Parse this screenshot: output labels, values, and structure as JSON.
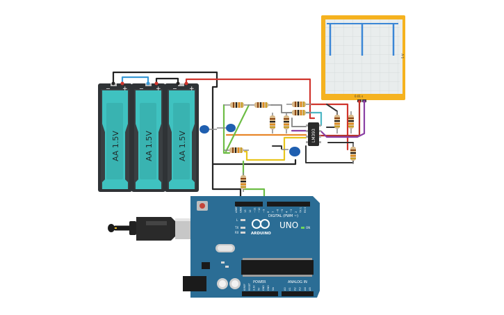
{
  "batteries": [
    {
      "label": "AA 1.5V",
      "minus": "−",
      "plus": "+"
    },
    {
      "label": "AA 1.5V",
      "minus": "−",
      "plus": "+"
    },
    {
      "label": "AA 1.5V",
      "minus": "−",
      "plus": "+"
    }
  ],
  "ic": {
    "label": "LM393"
  },
  "oscilloscope": {
    "side_label": "5 V",
    "bottom_label": "0.01 s"
  },
  "arduino": {
    "uno_text": "UNO",
    "brand_text": "ARDUINO",
    "digital_header": "DIGITAL (PWM ~)",
    "digital_pins": [
      "AREF",
      "GND",
      "13",
      "12",
      "~11",
      "~10",
      "~9",
      "8",
      "7",
      "~6",
      "~5",
      "4",
      "~3",
      "2",
      "TX 1",
      "RX 0"
    ],
    "led_labels": [
      "L",
      "TX",
      "RX"
    ],
    "on_label": "ON",
    "power_header": "POWER",
    "power_pins": [
      "IOREF",
      "RESET",
      "3.3V",
      "5V",
      "GND",
      "GND",
      "Vin"
    ],
    "analog_header": "ANALOG IN",
    "analog_pins": [
      "A0",
      "A1",
      "A2",
      "A3",
      "A4",
      "A5"
    ]
  },
  "colors": {
    "battery_body": "#2f3336",
    "battery_cell": "#3fc2c0",
    "wire_red": "#d0342c",
    "wire_black": "#222222",
    "wire_orange": "#e8862a",
    "wire_green": "#6dbd45",
    "wire_yellow": "#e8c51d",
    "wire_purple": "#8a3fa3",
    "wire_teal": "#4db6c4",
    "scope_frame": "#f5b21f",
    "scope_trace": "#3a86d6",
    "arduino_board": "#2b6d95",
    "capacitor": "#1f5fb0"
  }
}
